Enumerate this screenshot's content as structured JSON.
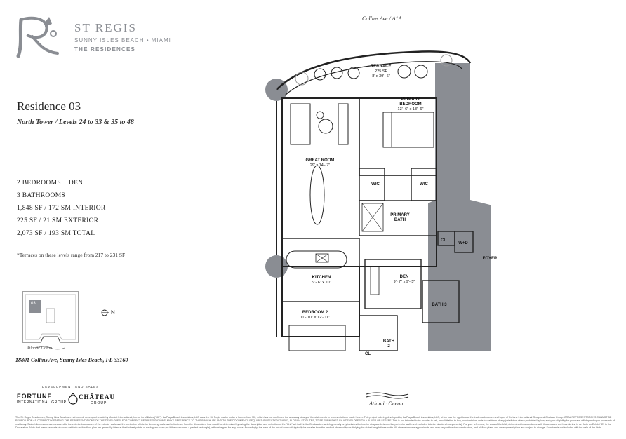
{
  "brand": {
    "name": "ST REGIS",
    "subtitle": "SUNNY ISLES BEACH • MIAMI",
    "residences": "THE RESIDENCES"
  },
  "residence": {
    "title": "Residence 03",
    "subtitle": "North Tower / Levels 24 to 33 & 35 to 48",
    "specs": [
      "2 BEDROOMS + DEN",
      "3 BATHROOMS",
      "1,848 SF / 172 SM INTERIOR",
      "225 SF / 21 SM EXTERIOR",
      "2,073 SF / 193 SM TOTAL"
    ],
    "note": "*Terraces on these levels range from 217 to 231 SF"
  },
  "keyplan": {
    "unit": "03",
    "compass": "N",
    "ocean": "Atlantic Ocean",
    "address": "18801 Collins Ave, Sunny Isles Beach, FL 33160"
  },
  "sales": {
    "label": "DEVELOPMENT AND SALES",
    "fortune": "FORTUNE",
    "fortune_sub": "INTERNATIONAL GROUP",
    "chateau": "CHÂTEAU",
    "chateau_sub": "GROUP"
  },
  "plan": {
    "road": "Collins Ave / A1A",
    "ocean": "Atlantic Ocean",
    "rooms": {
      "terrace": {
        "name": "TERRACE",
        "size": "225 SF",
        "dims": "8' x 39'- 6\""
      },
      "primary_bedroom": {
        "name": "PRIMARY BEDROOM",
        "dims": "13'- 6\" x 13'- 6\""
      },
      "great_room": {
        "name": "GREAT ROOM",
        "dims": "29' x 14'- 7\""
      },
      "wic_1": "WIC",
      "wic_2": "WIC",
      "primary_bath": "PRIMARY BATH",
      "cl_1": "CL",
      "wd": "W+D",
      "foyer": "FOYER",
      "kitchen": {
        "name": "KITCHEN",
        "dims": "9'- 6\" x 10'"
      },
      "den": {
        "name": "DEN",
        "dims": "9'- 7\" x 9'- 5\""
      },
      "bath_3": "BATH 3",
      "bedroom_2": {
        "name": "BEDROOM 2",
        "dims": "11'- 10\" x 12'- 11\""
      },
      "bath_2": "BATH 2",
      "cl_2": "CL"
    }
  },
  "disclaimer": "The St. Regis Residences, Sunny Isles Beach are not owned, developed or sold by Marriott International, Inc. or its affiliates (\"MII\"). La Playa Beach Associates, LLC uses the St. Regis marks under a license from MII, which has not confirmed the accuracy of any of the statements or representations made herein. This project is being developed by La Playa Beach Associates, LLC, which has the right to use the trademark names and logos of Fortune International Group and Chateau Group. ORAL REPRESENTATIONS CANNOT BE RELIED UPON AS CORRECTLY STATING THE REPRESENTATIONS OF THE DEVELOPER. FOR CORRECT REPRESENTATIONS, MAKE REFERENCE TO THIS BROCHURE AND TO THE DOCUMENTS REQUIRED BY SECTION 718.503, FLORIDA STATUTES, TO BE FURNISHED BY A DEVELOPER TO A BUYER OR LESSEE. This is not intended to be an offer to sell, or solicitation to buy, condominium units to residents of any jurisdiction where prohibited by law, and your eligibility for purchase will depend upon your state of residency. Stated dimensions are measured to the exterior boundaries of the exterior walls and the centerline of interior demising walls and in fact vary from the dimensions that would be determined by using the description and definition of the \"Unit\" set forth in the Declaration (which generally only includes the interior airspace between the perimeter walls and excludes interior structural components). For your reference, the area of the Unit, determined in accordance with those stated unit boundaries, is set forth on Exhibit \"D\" to the Declaration. Note that measurements of rooms set forth on this floor plan are generally taken at the farthest points of each given room (as if the room were a perfect rectangle), without regard for any nooks. Accordingly, the area of the actual room will typically be smaller than the product obtained by multiplying the stated length times width. All dimensions are approximate and may vary with actual construction, and all floor plans and development plans are subject to change. Furniture is not included with the sale of the Units."
}
